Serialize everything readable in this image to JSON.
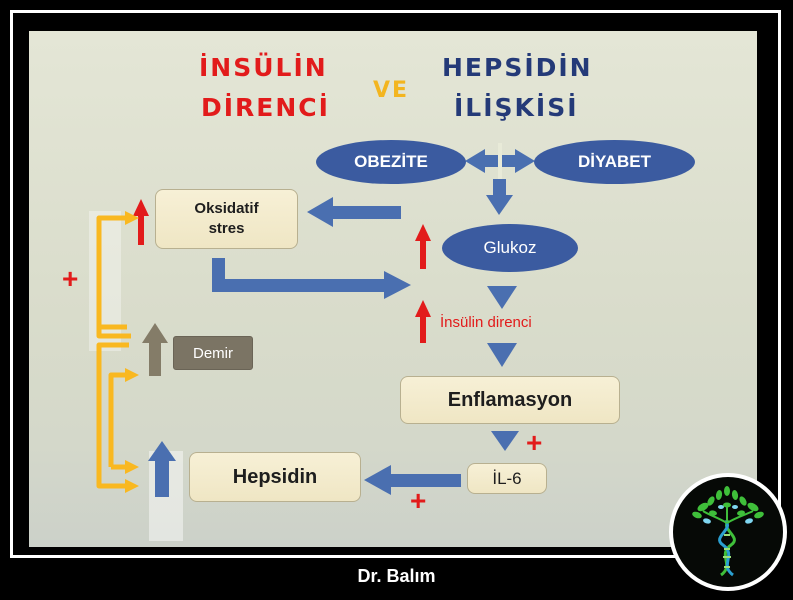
{
  "title": {
    "line1_left": "İNSÜLİN",
    "line2_left": "DİRENCİ",
    "connector": "VE",
    "line1_right": "HEPSİDİN",
    "line2_right": "İLİŞKİSİ"
  },
  "nodes": {
    "obezite": "OBEZİTE",
    "diyabet": "DİYABET",
    "glukoz": "Glukoz",
    "insulin_direnci": "İnsülin direnci",
    "oksidatif_line1": "Oksidatif",
    "oksidatif_line2": "stres",
    "demir": "Demir",
    "enflamasyon": "Enflamasyon",
    "il6": "İL-6",
    "hepsidin": "Hepsidin"
  },
  "signs": {
    "plus": "+"
  },
  "footer": "Dr. Balım",
  "colors": {
    "title_red": "#e21b1b",
    "title_navy": "#243a78",
    "connector_yellow": "#f3b51f",
    "ellipse_blue": "#3b5ba0",
    "arrow_blue": "#4a6fb0",
    "feedback_yellow": "#f9b820",
    "increase_red": "#e21b1b",
    "demir_box": "#7b7464",
    "logo_green": "#3fbf3a"
  },
  "icons": [
    "up-arrow-icon",
    "tree-dna-logo-icon"
  ]
}
